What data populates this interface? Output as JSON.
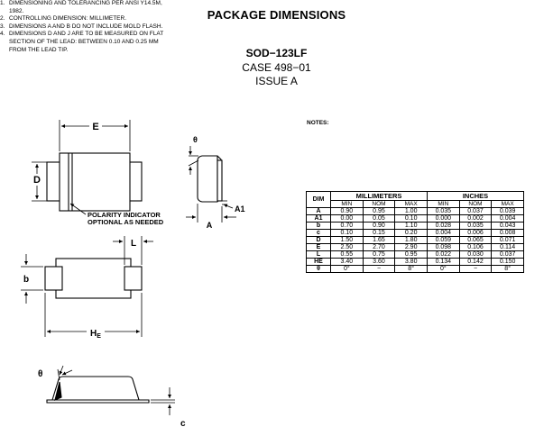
{
  "title": "PACKAGE DIMENSIONS",
  "package": {
    "name": "SOD−123LF",
    "case": "CASE 498−01",
    "issue": "ISSUE A"
  },
  "labels": {
    "E": "E",
    "D": "D",
    "theta_side": "θ",
    "A1": "A1",
    "A": "A",
    "L": "L",
    "b": "b",
    "HE": "H",
    "HE_sub": "E",
    "theta_bottom": "θ",
    "c": "c",
    "polarity_line1": "POLARITY INDICATOR",
    "polarity_line2": "OPTIONAL AS NEEDED"
  },
  "notes": {
    "title": "NOTES:",
    "items": [
      {
        "num": "1.",
        "text": "DIMENSIONING AND TOLERANCING PER ANSI Y14.5M,\n1982."
      },
      {
        "num": "2.",
        "text": "CONTROLLING DIMENSION: MILLIMETER."
      },
      {
        "num": "3.",
        "text": "DIMENSIONS A AND B DO NOT INCLUDE MOLD FLASH."
      },
      {
        "num": "4.",
        "text": "DIMENSIONS D AND J ARE TO BE MEASURED ON FLAT\nSECTION OF THE LEAD: BETWEEN 0.10 AND 0.25 MM\nFROM THE LEAD TIP."
      }
    ]
  },
  "table": {
    "group_mm": "MILLIMETERS",
    "group_in": "INCHES",
    "dim_header": "DIM",
    "sub_headers": [
      "MIN",
      "NOM",
      "MAX",
      "MIN",
      "NOM",
      "MAX"
    ],
    "rows": [
      {
        "dim": "A",
        "values": [
          "0.90",
          "0.95",
          "1.00",
          "0.035",
          "0.037",
          "0.039"
        ]
      },
      {
        "dim": "A1",
        "values": [
          "0.00",
          "0.05",
          "0.10",
          "0.000",
          "0.002",
          "0.004"
        ]
      },
      {
        "dim": "b",
        "values": [
          "0.70",
          "0.90",
          "1.10",
          "0.028",
          "0.035",
          "0.043"
        ]
      },
      {
        "dim": "c",
        "values": [
          "0.10",
          "0.15",
          "0.20",
          "0.004",
          "0.006",
          "0.008"
        ]
      },
      {
        "dim": "D",
        "values": [
          "1.50",
          "1.65",
          "1.80",
          "0.059",
          "0.065",
          "0.071"
        ]
      },
      {
        "dim": "E",
        "values": [
          "2.50",
          "2.70",
          "2.90",
          "0.098",
          "0.106",
          "0.114"
        ]
      },
      {
        "dim": "L",
        "values": [
          "0.55",
          "0.75",
          "0.95",
          "0.022",
          "0.030",
          "0.037"
        ]
      },
      {
        "dim": "HE",
        "values": [
          "3.40",
          "3.60",
          "3.80",
          "0.134",
          "0.142",
          "0.150"
        ]
      },
      {
        "dim": "θ",
        "values": [
          "0°",
          "−",
          "8°",
          "0°",
          "−",
          "8°"
        ]
      }
    ]
  }
}
